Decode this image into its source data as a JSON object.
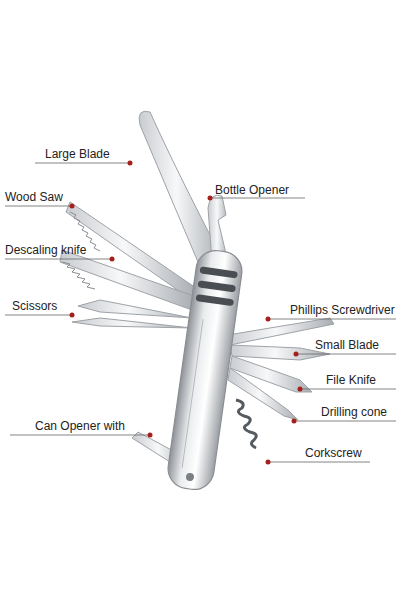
{
  "diagram": {
    "labels": [
      "Large Blade",
      "Wood Saw",
      "Bottle Opener",
      "Descaling knife",
      "Scissors",
      "Phillips Screwdriver",
      "Small Blade",
      "File Knife",
      "Drilling cone",
      "Can Opener with",
      "Corkscrew"
    ]
  }
}
